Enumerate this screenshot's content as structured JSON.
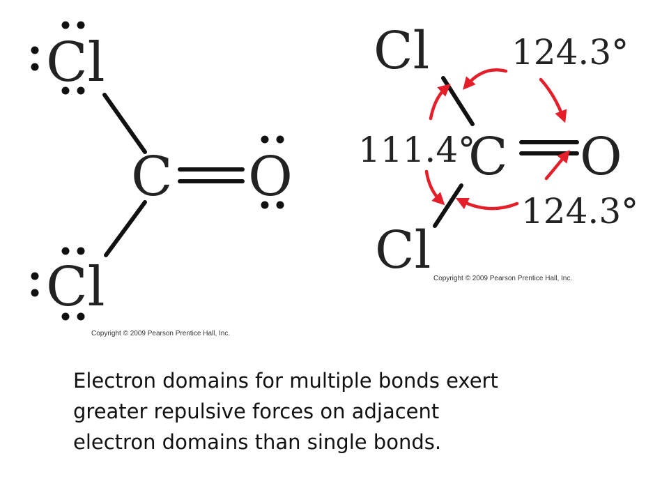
{
  "lewis_structure": {
    "atoms": {
      "chlorine_top": "Cl",
      "chlorine_bottom": "Cl",
      "carbon": "C",
      "oxygen": "O"
    },
    "copyright": "Copyright © 2009 Pearson Prentice Hall, Inc."
  },
  "bond_angle_diagram": {
    "atoms": {
      "chlorine_top": "Cl",
      "chlorine_bottom": "Cl",
      "carbon": "C",
      "oxygen": "O"
    },
    "angles": {
      "top": "124.3°",
      "left": "111.4°",
      "bottom": "124.3°"
    },
    "arrow_color": "#e51f2a",
    "copyright": "Copyright © 2009 Pearson Prentice Hall, Inc."
  },
  "caption": {
    "line1": "Electron domains for multiple bonds exert",
    "line2": "greater repulsive forces on adjacent",
    "line3": "electron domains than single bonds."
  }
}
